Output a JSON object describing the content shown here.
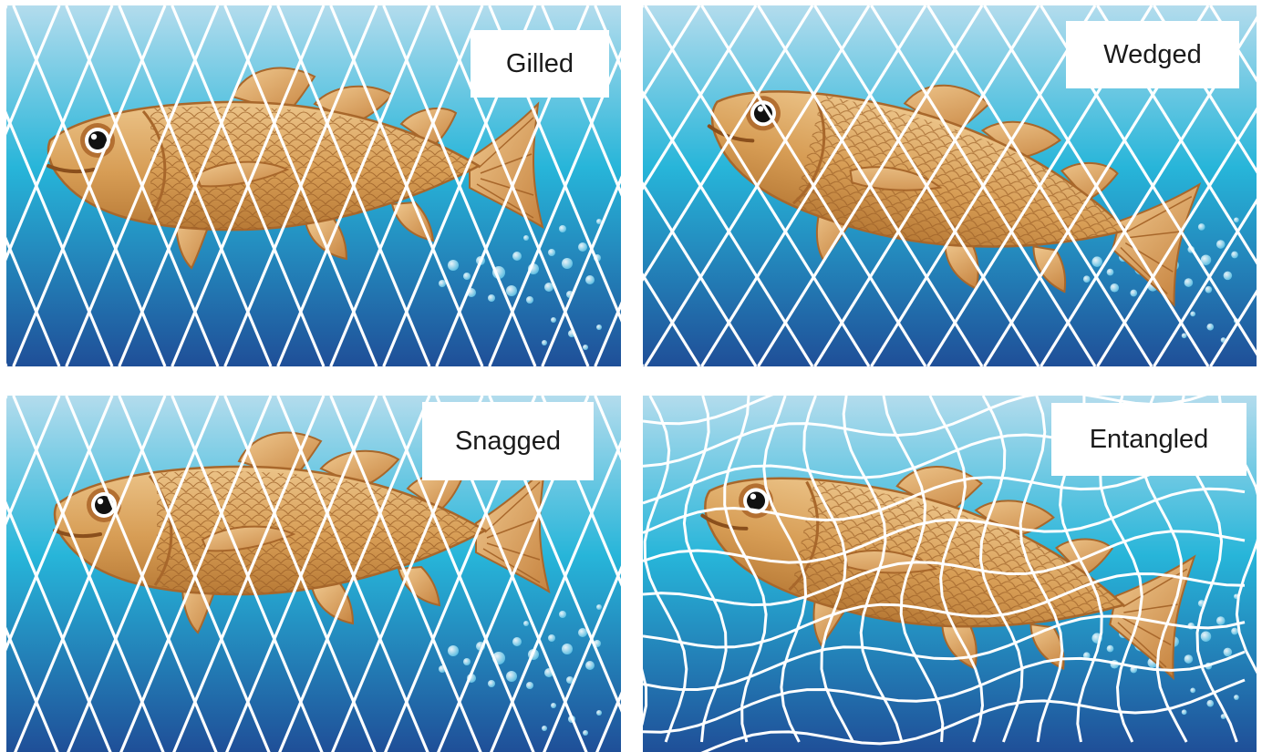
{
  "panels": [
    {
      "id": "gilled",
      "label": "Gilled"
    },
    {
      "id": "wedged",
      "label": "Wedged"
    },
    {
      "id": "snagged",
      "label": "Snagged"
    },
    {
      "id": "entangled",
      "label": "Entangled"
    }
  ],
  "colors": {
    "water_top": "#b3dced",
    "water_mid": "#27b5d9",
    "water_bottom": "#1f4f98",
    "fish_body": "#d9a35c",
    "fish_dark": "#a8672b",
    "net": "#ffffff"
  }
}
